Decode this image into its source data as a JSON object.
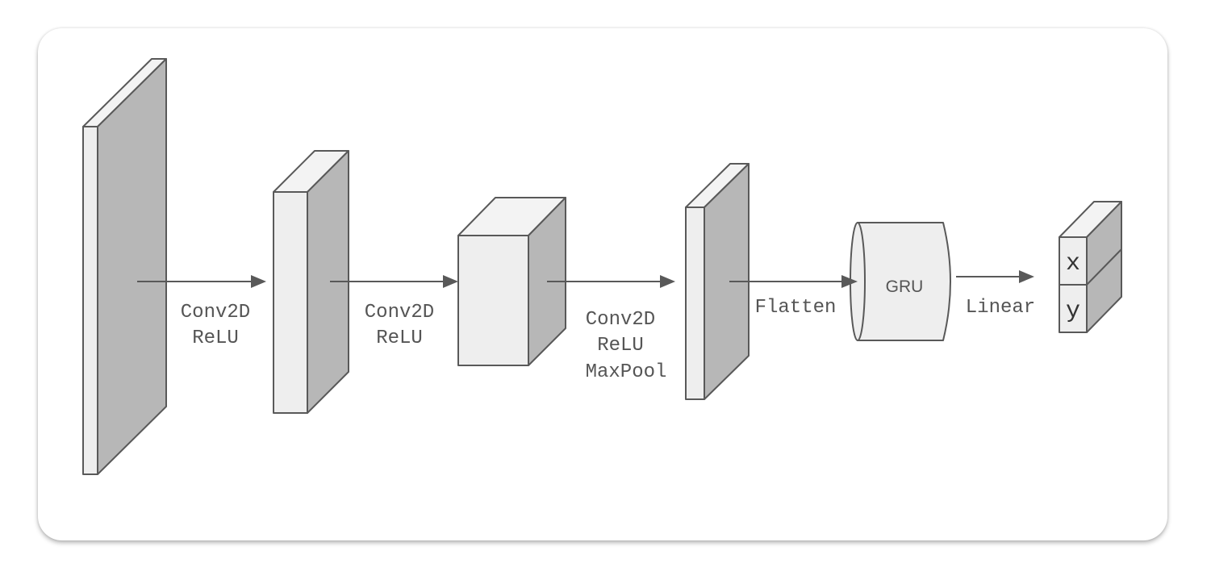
{
  "layers": [
    {
      "name": "input-layer"
    },
    {
      "name": "conv-layer-1"
    },
    {
      "name": "conv-layer-2"
    },
    {
      "name": "pooled-layer"
    },
    {
      "name": "gru-block",
      "label": "GRU"
    },
    {
      "name": "output-layer",
      "outputs": [
        "x",
        "y"
      ]
    }
  ],
  "edges": [
    {
      "name": "edge-1",
      "lines": [
        "Conv2D",
        "ReLU"
      ]
    },
    {
      "name": "edge-2",
      "lines": [
        "Conv2D",
        "ReLU"
      ]
    },
    {
      "name": "edge-3",
      "lines": [
        "Conv2D",
        "ReLU",
        "MaxPool"
      ]
    },
    {
      "name": "edge-4",
      "lines": [
        "Flatten"
      ]
    },
    {
      "name": "edge-5",
      "lines": [
        "Linear"
      ]
    }
  ]
}
